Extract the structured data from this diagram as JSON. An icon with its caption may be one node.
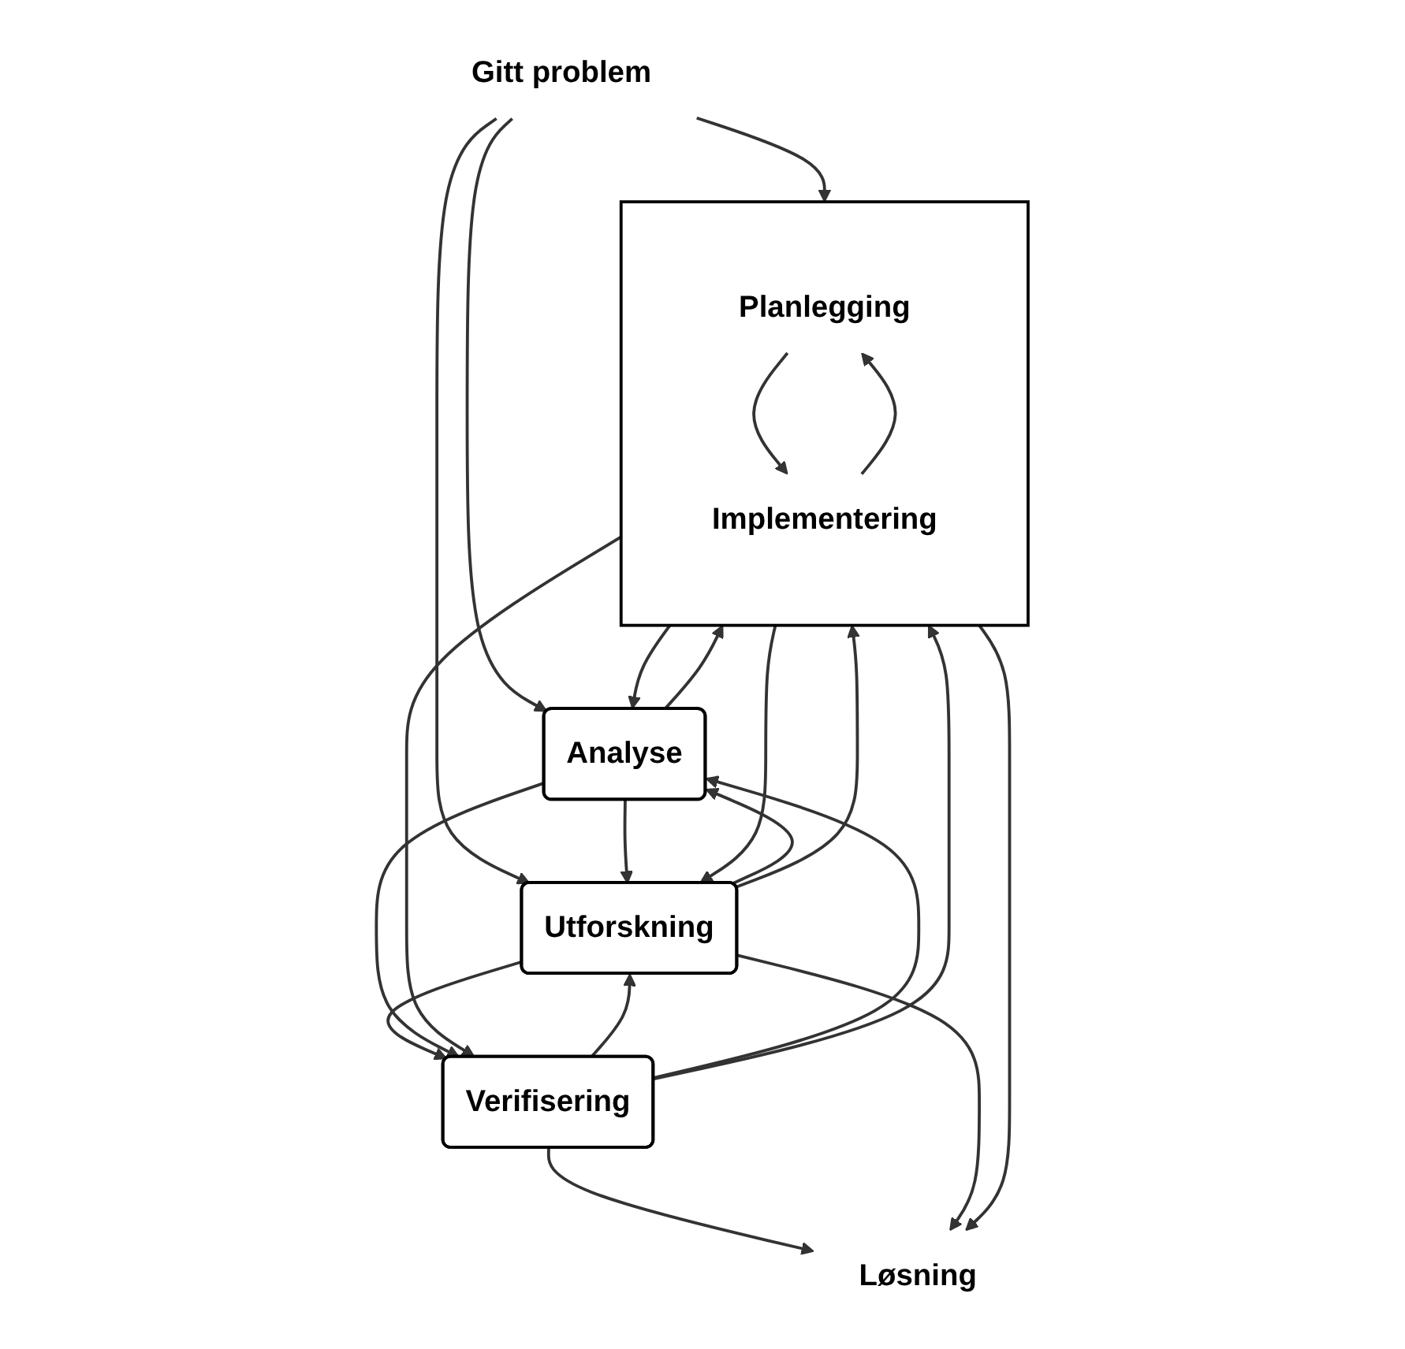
{
  "diagram": {
    "nodes": [
      {
        "text": [
          "Gitt problem"
        ]
      },
      {
        "text": [
          "Analyse"
        ]
      },
      {
        "text": [],
        "shape": "box"
      },
      {
        "text": [
          "Planlegging"
        ],
        "in": 2
      },
      {
        "text": [
          "Implementering"
        ],
        "in": 2
      },
      {
        "text": [
          "Utforskning"
        ]
      },
      {
        "text": [
          "Verifisering"
        ]
      },
      {
        "text": [
          "Løsning"
        ]
      }
    ],
    "edges": [
      {
        "from": 0,
        "to": 1,
        "arrow": "to"
      },
      {
        "from": 0,
        "to": 2,
        "arrow": "to"
      },
      {
        "from": 0,
        "to": 5,
        "arrow": "to"
      },
      {
        "from": 1,
        "to": 2,
        "arrow": "to"
      },
      {
        "from": 2,
        "to": 1,
        "arrow": "to"
      },
      {
        "from": 1,
        "to": 5,
        "arrow": "to"
      },
      {
        "from": 5,
        "to": 1,
        "arrow": "to"
      },
      {
        "from": 5,
        "to": 2,
        "arrow": "to"
      },
      {
        "from": 2,
        "to": 5,
        "arrow": "to"
      },
      {
        "from": 3,
        "to": 4,
        "arrow": "to"
      },
      {
        "from": 4,
        "to": 3,
        "arrow": "to"
      },
      {
        "from": 2,
        "to": 6,
        "arrow": "to"
      },
      {
        "from": 6,
        "to": 2,
        "arrow": "to"
      },
      {
        "from": 5,
        "to": 6,
        "arrow": "to"
      },
      {
        "from": 6,
        "to": 5,
        "arrow": "to"
      },
      {
        "from": 1,
        "to": 6,
        "arrow": "to"
      },
      {
        "from": 6,
        "to": 1,
        "arrow": "to"
      },
      {
        "from": 2,
        "to": 7,
        "arrow": "to"
      },
      {
        "from": 6,
        "to": 7,
        "arrow": "to"
      },
      {
        "from": 5,
        "to": 7,
        "arrow": "to"
      }
    ]
  }
}
